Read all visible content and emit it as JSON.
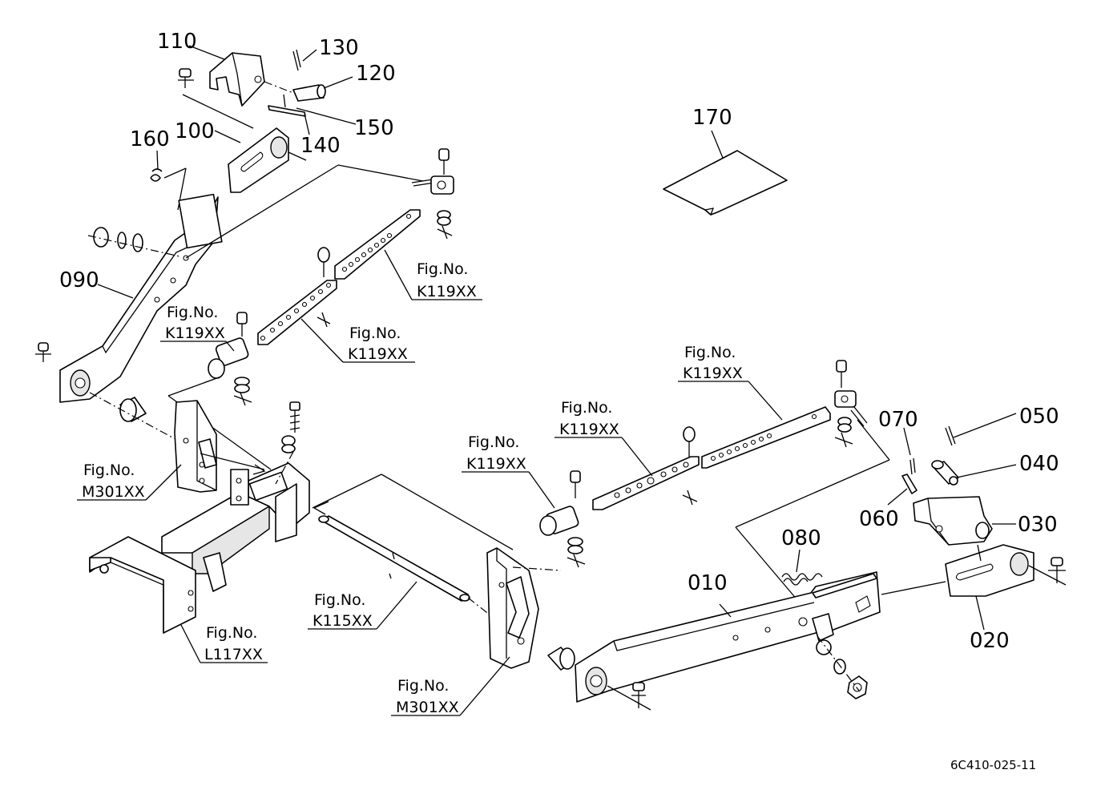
{
  "parts": {
    "p010": "010",
    "p020": "020",
    "p030": "030",
    "p040": "040",
    "p050": "050",
    "p060": "060",
    "p070": "070",
    "p080": "080",
    "p090": "090",
    "p100": "100",
    "p110": "110",
    "p120": "120",
    "p130": "130",
    "p140": "140",
    "p150": "150",
    "p160": "160",
    "p170": "170"
  },
  "figure_refs": {
    "k119_a": {
      "line1": "Fig.No.",
      "line2": "K119XX"
    },
    "k119_b": {
      "line1": "Fig.No.",
      "line2": "K119XX"
    },
    "k119_c": {
      "line1": "Fig.No.",
      "line2": "K119XX"
    },
    "k119_d": {
      "line1": "Fig.No.",
      "line2": "K119XX"
    },
    "k119_e": {
      "line1": "Fig.No.",
      "line2": "K119XX"
    },
    "k119_f": {
      "line1": "Fig.No.",
      "line2": "K119XX"
    },
    "m301_a": {
      "line1": "Fig.No.",
      "line2": "M301XX"
    },
    "m301_b": {
      "line1": "Fig.No.",
      "line2": "M301XX"
    },
    "l117": {
      "line1": "Fig.No.",
      "line2": "L117XX"
    },
    "k115": {
      "line1": "Fig.No.",
      "line2": "K115XX"
    }
  },
  "drawing_code": "6C410-025-11"
}
